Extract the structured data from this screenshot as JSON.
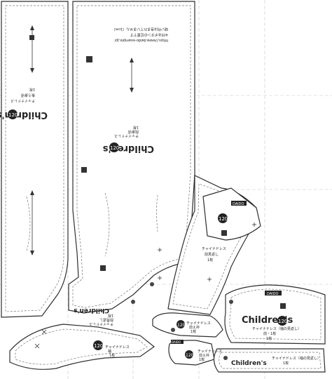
{
  "brand": {
    "name": "Children's",
    "size_badge": "120",
    "logo_text": "DAIDO"
  },
  "pieces": {
    "back_body": {
      "lines": [
        "チャイナドレス",
        "後ろ身頃",
        "1枚"
      ]
    },
    "front_body_upper": {
      "lines": [
        "チャイナドレス",
        "前身頃",
        "1枚"
      ]
    },
    "front_body_lower": {
      "lines": [
        "チャイナドレス",
        "前見返し",
        "1枚"
      ]
    },
    "skirt_left": {
      "lines": [
        "チャイナドレス",
        "袖",
        "1枚"
      ]
    },
    "collar_piece": {
      "lines": [
        "チャイナドレス",
        "前見返し",
        "1枚"
      ]
    },
    "sleeve_piece": {
      "lines": [
        "チャイナドレス（袖の見返し）",
        "前・1枚",
        "1枚"
      ]
    },
    "binding_small_a": {
      "lines": [
        "チャイナドレス",
        "前え衿",
        "1枚"
      ]
    },
    "binding_small_b": {
      "lines": [
        "チャイナドレス",
        "前え衿",
        "1枚"
      ]
    },
    "band_bottom": {
      "lines": [
        "チャイナドレス（袖の見返し）",
        "1枚"
      ]
    }
  },
  "notes": {
    "top_block": [
      "縫い代は含まれていません（1cm）",
      "※印はボタンの位置です",
      "https://www.daido-example.jp/"
    ]
  }
}
